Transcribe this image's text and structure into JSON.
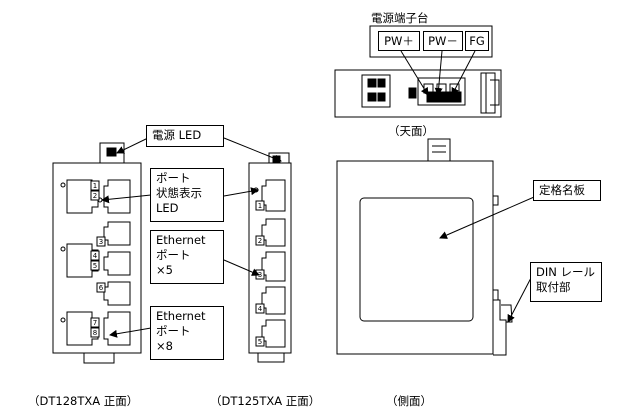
{
  "labels": {
    "power_terminal": "電源端子台",
    "pw_plus": "PW＋",
    "pw_minus": "PW－",
    "fg": "FG",
    "top_view": "（天面）",
    "power_led": "電源 LED",
    "port_status_led": [
      "ポート",
      "状態表示",
      "LED"
    ],
    "ethernet_x5": [
      "Ethernet",
      "ポート",
      "×5"
    ],
    "ethernet_x8": [
      "Ethernet",
      "ポート",
      "×8"
    ],
    "rating_plate": "定格名板",
    "din_rail": [
      "DIN レール",
      "取付部"
    ]
  },
  "captions": {
    "dt128": "（DT128TXA 正面）",
    "dt125": "（DT125TXA 正面）",
    "side": "（側面）"
  },
  "dt128_port_numbers": [
    "1",
    "2",
    "3",
    "4",
    "5",
    "6",
    "7",
    "8"
  ],
  "dt125_port_numbers": [
    "1",
    "2",
    "3",
    "4",
    "5"
  ],
  "colors": {
    "line": "#000000",
    "background": "#ffffff"
  }
}
